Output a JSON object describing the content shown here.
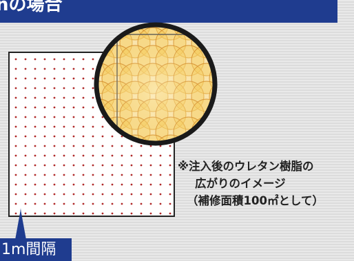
{
  "banner": {
    "title": "nの場合"
  },
  "grid": {
    "rows": 17,
    "cols": 17,
    "dot_color": "#b02a2a"
  },
  "caption": {
    "line1": "※注入後のウレタン樹脂の",
    "line2": "広がりのイメージ",
    "line3": "（補修面積100㎡として）"
  },
  "spacing_label": "1m間隔",
  "colors": {
    "banner_bg": "#1f3c8f",
    "circle_fill": "#f3c95a",
    "circle_stroke": "#d28a2a",
    "lens_border": "#1a1a1a"
  }
}
